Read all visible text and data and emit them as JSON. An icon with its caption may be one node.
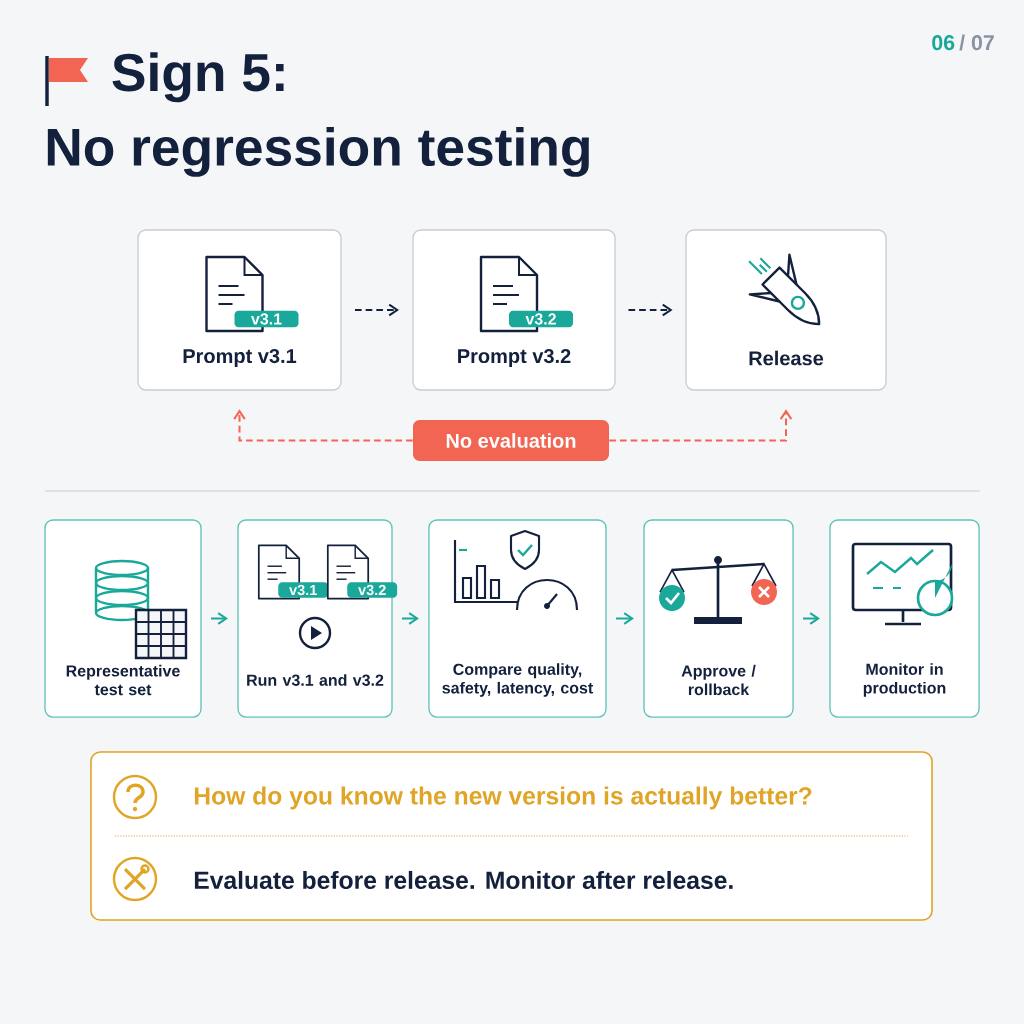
{
  "diagram": {
    "title": "Sign 5: No regression testing",
    "nodes": [
      {
        "text": [
          "v3.1",
          "Prompt v3.1"
        ]
      },
      {
        "text": [
          "v3.2",
          "Prompt v3.2"
        ]
      },
      {
        "text": [
          "Release"
        ]
      },
      {
        "text": [
          "No evaluation"
        ]
      },
      {
        "text": [
          "Representative test set"
        ]
      },
      {
        "text": [
          "v3.1",
          "v3.2",
          "Run v3.1 and v3.2"
        ]
      },
      {
        "text": [
          "Compare quality, safety, latency, cost"
        ]
      },
      {
        "text": [
          "Approve / rollback"
        ]
      },
      {
        "text": [
          "Monitor in production"
        ]
      },
      {
        "text": [
          "How do you know the new version is actually better?",
          "Evaluate before release. Monitor after release."
        ]
      }
    ],
    "edges": [
      {
        "from": 0,
        "to": 1,
        "arrow": "to",
        "style": "dashed",
        "color": "#14213d"
      },
      {
        "from": 1,
        "to": 2,
        "arrow": "to",
        "style": "dashed",
        "color": "#14213d"
      },
      {
        "from": 3,
        "to": 0,
        "arrow": "to",
        "style": "dashed",
        "color": "#f26552"
      },
      {
        "from": 3,
        "to": 2,
        "arrow": "to",
        "style": "dashed",
        "color": "#f26552"
      },
      {
        "from": 4,
        "to": 5,
        "arrow": "to"
      },
      {
        "from": 5,
        "to": 6,
        "arrow": "to"
      },
      {
        "from": 6,
        "to": 7,
        "arrow": "to"
      },
      {
        "from": 7,
        "to": 8,
        "arrow": "to"
      }
    ],
    "labels": [
      "06",
      "/ 07"
    ]
  }
}
